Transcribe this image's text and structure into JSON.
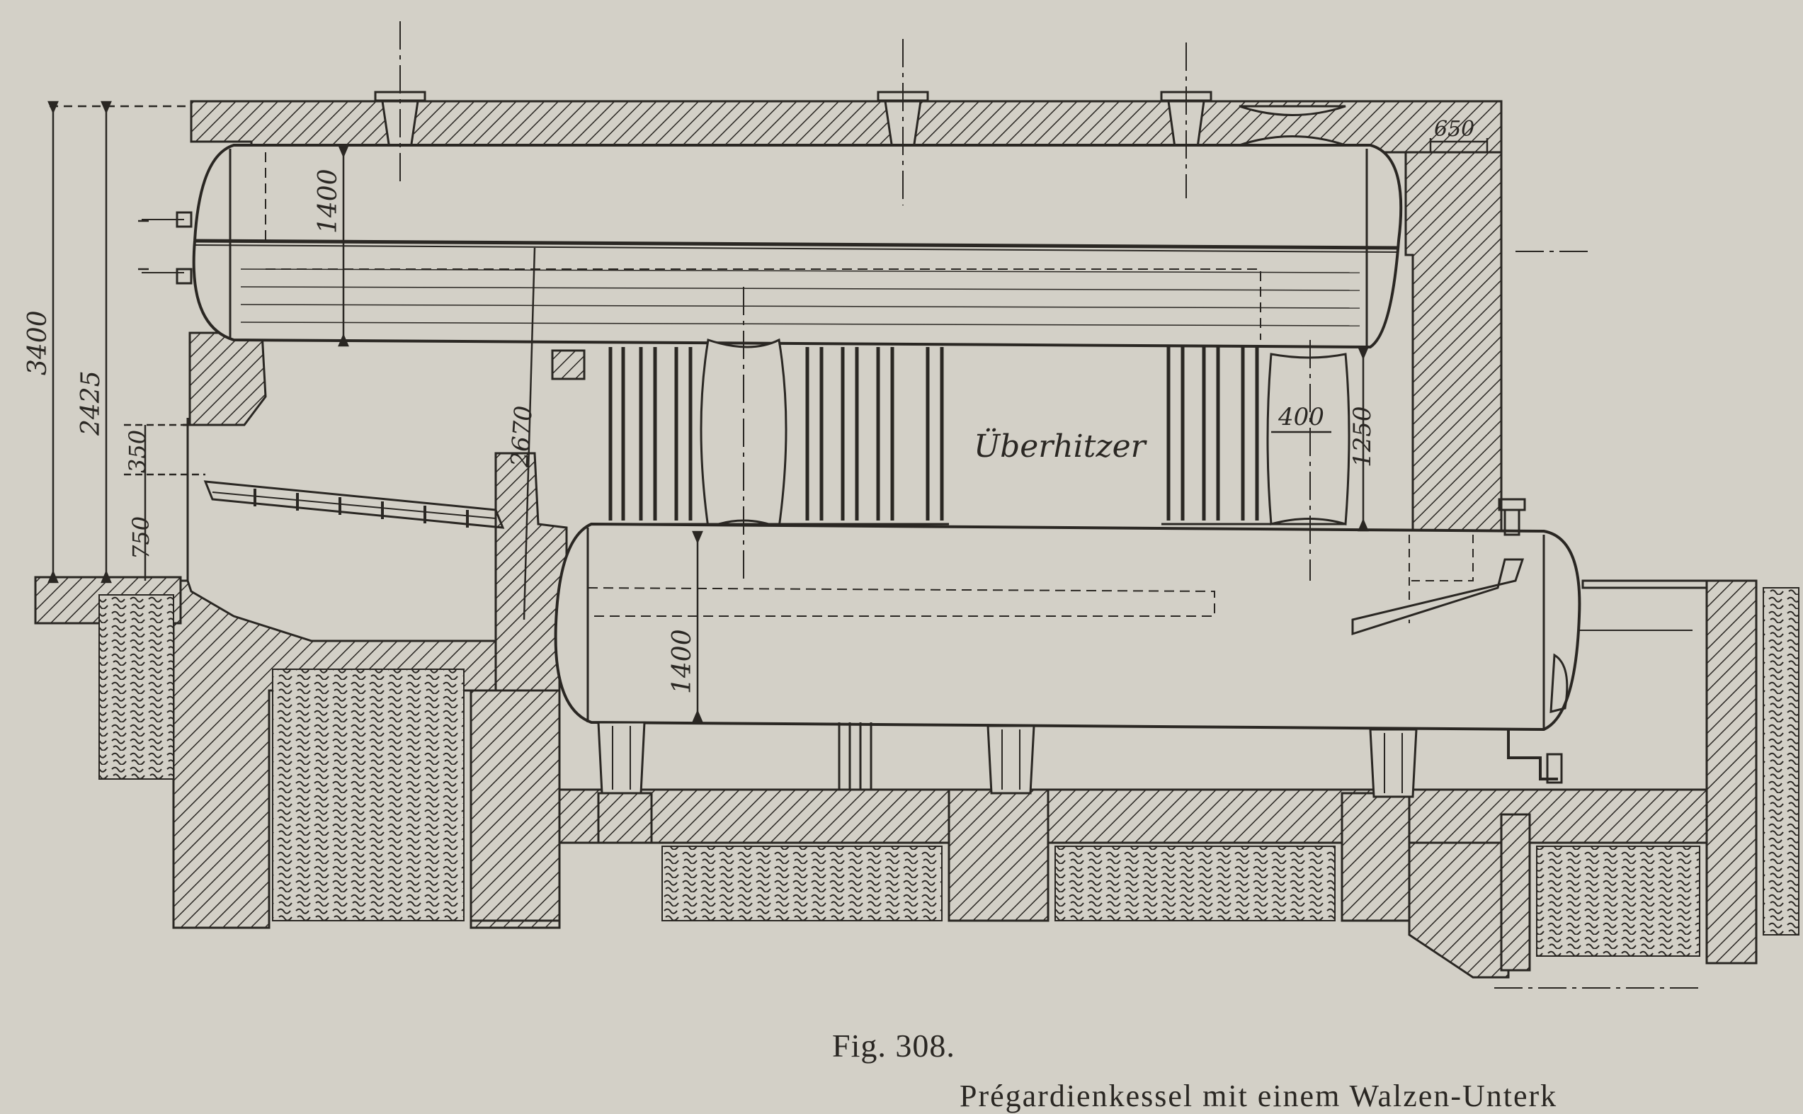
{
  "figure": {
    "caption": "Fig. 308.",
    "subcaption": "Prégardienkessel mit einem Walzen-Unterk"
  },
  "labels": {
    "superheater": "Überhitzer",
    "upper_drum_diameter": "1400",
    "lower_drum_diameter": "1400",
    "total_height": "3400",
    "height_to_upper_drum": "2425",
    "grate_step": "350",
    "grate_height": "750",
    "drum_distance": "2670",
    "tube_width": "400",
    "tube_height": "1250",
    "wall_thickness": "650"
  },
  "colors": {
    "paper": "#d3d0c7",
    "ink": "#2a2723"
  }
}
